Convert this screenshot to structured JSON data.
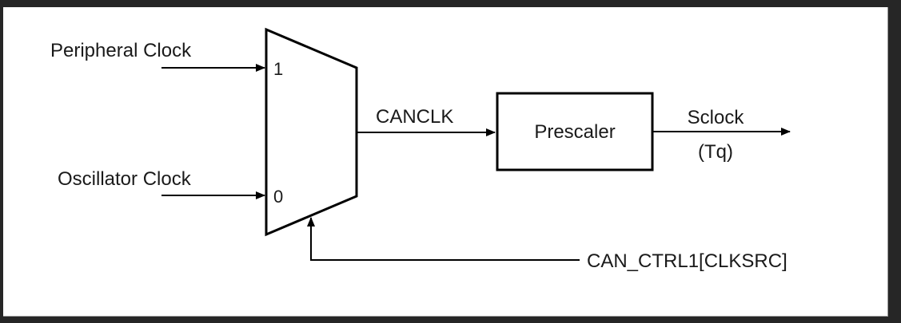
{
  "diagram": {
    "inputs": {
      "peripheral_clock": "Peripheral Clock",
      "oscillator_clock": "Oscillator Clock"
    },
    "mux": {
      "input_1_label": "1",
      "input_0_label": "0"
    },
    "signals": {
      "mux_output": "CANCLK",
      "output": "Sclock",
      "output_unit": "(Tq)",
      "select": "CAN_CTRL1[CLKSRC]"
    },
    "blocks": {
      "prescaler": "Prescaler"
    },
    "colors": {
      "frame": "#262626",
      "background": "#ffffff",
      "line": "#000000",
      "text": "#1a1a1a"
    }
  }
}
